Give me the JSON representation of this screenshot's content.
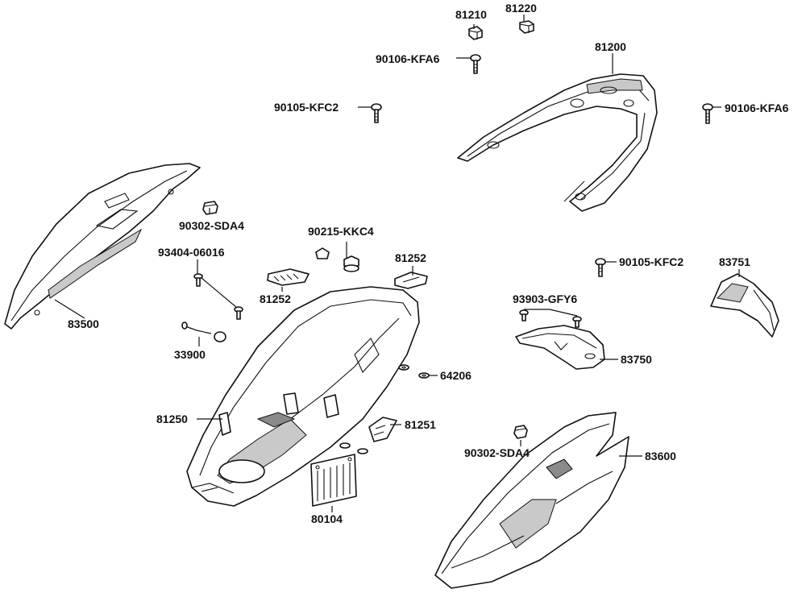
{
  "labels": {
    "p81210": "81210",
    "p81220": "81220",
    "p90106_kfa6_top": "90106-KFA6",
    "p81200": "81200",
    "p90105_kfc2_top": "90105-KFC2",
    "p90106_kfa6_right": "90106-KFA6",
    "p90302_sda4_top": "90302-SDA4",
    "p90215_kkc4": "90215-KKC4",
    "p93404_06016": "93404-06016",
    "p81252_right": "81252",
    "p81252_left": "81252",
    "p90105_kfc2_mid": "90105-KFC2",
    "p83751": "83751",
    "p83500": "83500",
    "p93903_gfy6": "93903-GFY6",
    "p33900": "33900",
    "p83750": "83750",
    "p64206": "64206",
    "p81250": "81250",
    "p81251": "81251",
    "p90302_sda4_bottom": "90302-SDA4",
    "p83600": "83600",
    "p80104": "80104"
  }
}
